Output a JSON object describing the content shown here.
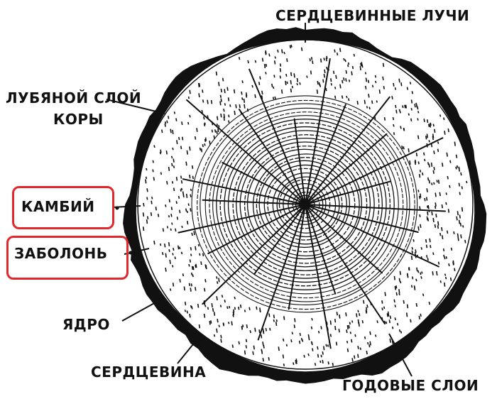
{
  "labels": {
    "rays": "СЕРДЦЕВИННЫЕ ЛУЧИ",
    "bast_line1": "ЛУБЯНОЙ СЛОЙ",
    "bast_line2": "КОРЫ",
    "cambium": "КАМБИЙ",
    "sapwood": "ЗАБОЛОНЬ",
    "heartwood": "ЯДРО",
    "pith": "СЕРДЦЕВИНА",
    "rings": "ГОДОВЫЕ СЛОИ"
  },
  "colors": {
    "ink": "#111111",
    "highlight_box": "#e0282d",
    "background": "#ffffff"
  },
  "highlighted": [
    "cambium",
    "sapwood"
  ]
}
